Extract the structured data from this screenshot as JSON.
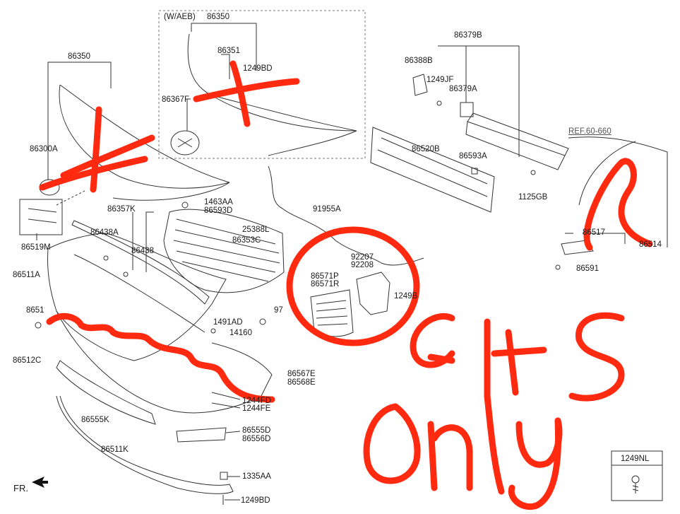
{
  "labels": {
    "w_aeb": "(W/AEB)",
    "p86350_top": "86350",
    "p86351": "86351",
    "p1249BD_top": "1249BD",
    "p86367F": "86367F",
    "p86350_left": "86350",
    "p86300A": "86300A",
    "p86379B": "86379B",
    "p86388B": "86388B",
    "p1249JF": "1249JF",
    "p86379A": "86379A",
    "p86520B": "86520B",
    "p86593A_right": "86593A",
    "p1125GB": "1125GB",
    "ref6060": "REF.60-660",
    "p86517": "86517",
    "p86514": "86514",
    "p86591": "86591",
    "p1463AA": "1463AA",
    "p86593D": "86593D",
    "p86357K": "86357K",
    "p25388L": "25388L",
    "p86353C": "86353C",
    "p91955A": "91955A",
    "p86438A": "86438A",
    "p86438": "86438",
    "p86519M": "86519M",
    "p86511A": "86511A",
    "p8651x": "8651",
    "p92207": "92207",
    "p92208": "92208",
    "p86571P": "86571P",
    "p86571R": "86571R",
    "p1249B": "1249B",
    "p1491AD": "1491AD",
    "p14160": "14160",
    "p97": "97",
    "p86512C": "86512C",
    "p86567E": "86567E",
    "p86568E": "86568E",
    "p1244FD": "1244FD",
    "p1244FE": "1244FE",
    "p86555K": "86555K",
    "p86555D": "86555D",
    "p86556D": "86556D",
    "p86511K": "86511K",
    "p1335AA": "1335AA",
    "p1249BD_bottom": "1249BD",
    "fr": "FR.",
    "p1249NL": "1249NL"
  },
  "colors": {
    "line": "#333333",
    "annotation": "#ff2a10",
    "dashed_box": "#777777"
  },
  "icons": [
    "screw-icon",
    "front-arrow-icon",
    "hyundai-emblem-icon"
  ]
}
